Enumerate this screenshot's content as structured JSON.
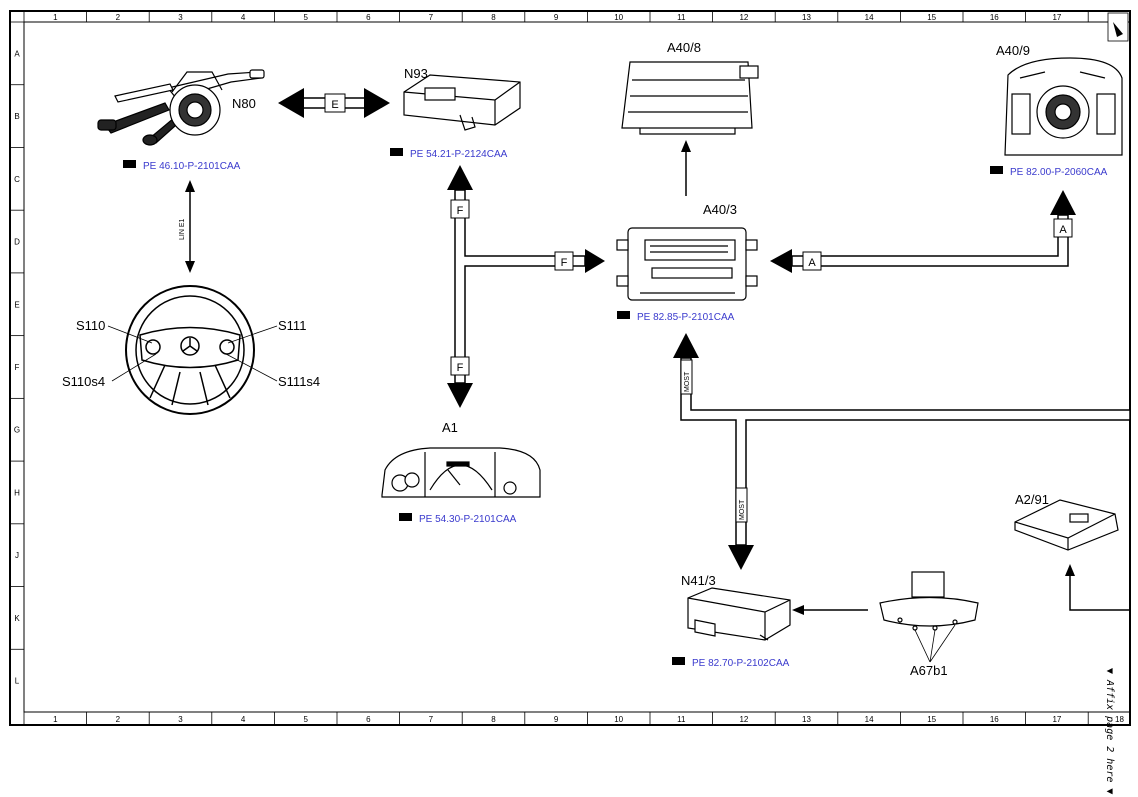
{
  "grid": {
    "columns": [
      "1",
      "2",
      "3",
      "4",
      "5",
      "6",
      "7",
      "8",
      "9",
      "10",
      "11",
      "12",
      "13",
      "14",
      "15",
      "16",
      "17",
      "18"
    ],
    "rows": [
      "A",
      "B",
      "C",
      "D",
      "E",
      "F",
      "G",
      "H",
      "J",
      "K",
      "L"
    ]
  },
  "components": {
    "n80": {
      "label": "N80",
      "ref": "PE 46.10-P-2101CAA"
    },
    "n93": {
      "label": "N93",
      "ref": "PE 54.21-P-2124CAA"
    },
    "a40_8": {
      "label": "A40/8"
    },
    "a40_9": {
      "label": "A40/9",
      "ref": "PE 82.00-P-2060CAA"
    },
    "a40_3": {
      "label": "A40/3",
      "ref": "PE 82.85-P-2101CAA"
    },
    "a1": {
      "label": "A1",
      "ref": "PE 54.30-P-2101CAA"
    },
    "n41_3": {
      "label": "N41/3",
      "ref": "PE 82.70-P-2102CAA"
    },
    "a67b1": {
      "label": "A67b1"
    },
    "a2_91": {
      "label": "A2/91"
    },
    "steering": {
      "s110": "S110",
      "s111": "S111",
      "s110s4": "S110s4",
      "s111s4": "S111s4"
    }
  },
  "connectors": {
    "e": "E",
    "f": "F",
    "a": "A"
  },
  "buses": {
    "lin": "LIN E1",
    "most": "MOST"
  },
  "side_note": "▼ Affix page 2 here ▼"
}
